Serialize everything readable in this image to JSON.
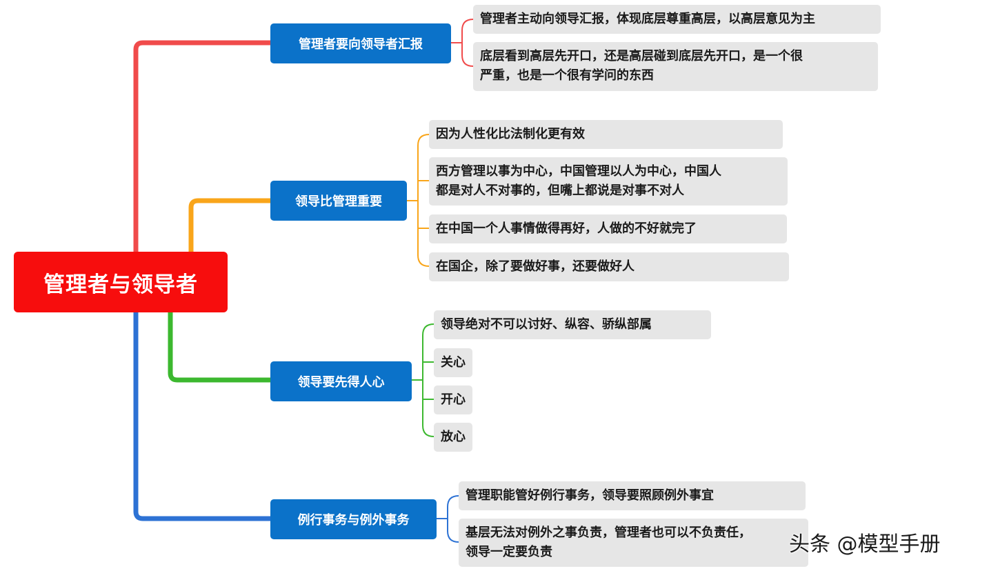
{
  "root": {
    "label": "管理者与领导者"
  },
  "colors": {
    "root": "#f70d0d",
    "branch": "#0b72c9",
    "leaf": "#e6e6e6",
    "red": "#f04b4b",
    "orange": "#f9a51a",
    "green": "#3cb82f",
    "blue": "#2d72d4"
  },
  "branches": [
    {
      "label": "管理者要向领导者汇报",
      "leaves": [
        "管理者主动向领导汇报，体现底层尊重高层，以高层意见为主",
        [
          "底层看到高层先开口，还是高层碰到底层先开口，是一个很",
          "严重，也是一个很有学问的东西"
        ]
      ]
    },
    {
      "label": "领导比管理重要",
      "leaves": [
        "因为人性化比法制化更有效",
        [
          "西方管理以事为中心，中国管理以人为中心，中国人",
          "都是对人不对事的，但嘴上都说是对事不对人"
        ],
        "在中国一个人事情做得再好，人做的不好就完了",
        "在国企，除了要做好事，还要做好人"
      ]
    },
    {
      "label": "领导要先得人心",
      "leaves": [
        "领导绝对不可以讨好、纵容、骄纵部属",
        "关心",
        "开心",
        "放心"
      ]
    },
    {
      "label": "例行事务与例外事务",
      "leaves": [
        "管理职能管好例行事务，领导要照顾例外事宜",
        [
          "基层无法对例外之事负责，管理者也可以不负责任，",
          "领导一定要负责"
        ]
      ]
    }
  ],
  "watermark": "头条 @模型手册"
}
